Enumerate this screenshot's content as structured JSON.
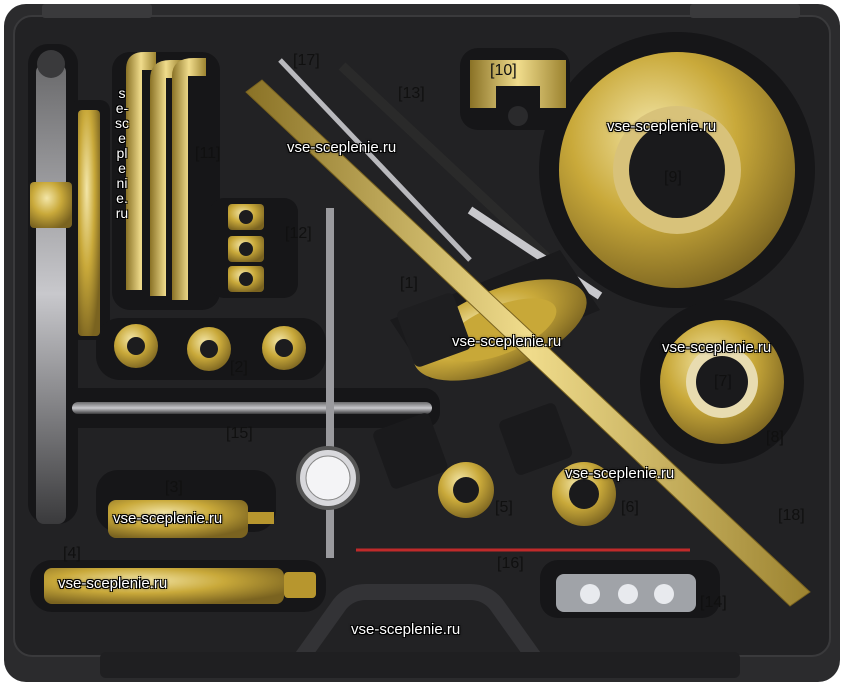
{
  "photo": {
    "case_color": "#2b2b2d",
    "foam_color": "#1c1c1e",
    "tool_gold": "#c9a93a",
    "labels": [
      "[1]",
      "[2]",
      "[3]",
      "[4]",
      "[5]",
      "[6]",
      "[7]",
      "[8]",
      "[9]",
      "[10]",
      "[11]",
      "[12]",
      "[13]",
      "[14]",
      "[15]",
      "[16]",
      "[17]",
      "[18]"
    ],
    "watermark": "vse-sceplenie.ru",
    "vertical_watermark": "se-sceplenie.ru"
  }
}
